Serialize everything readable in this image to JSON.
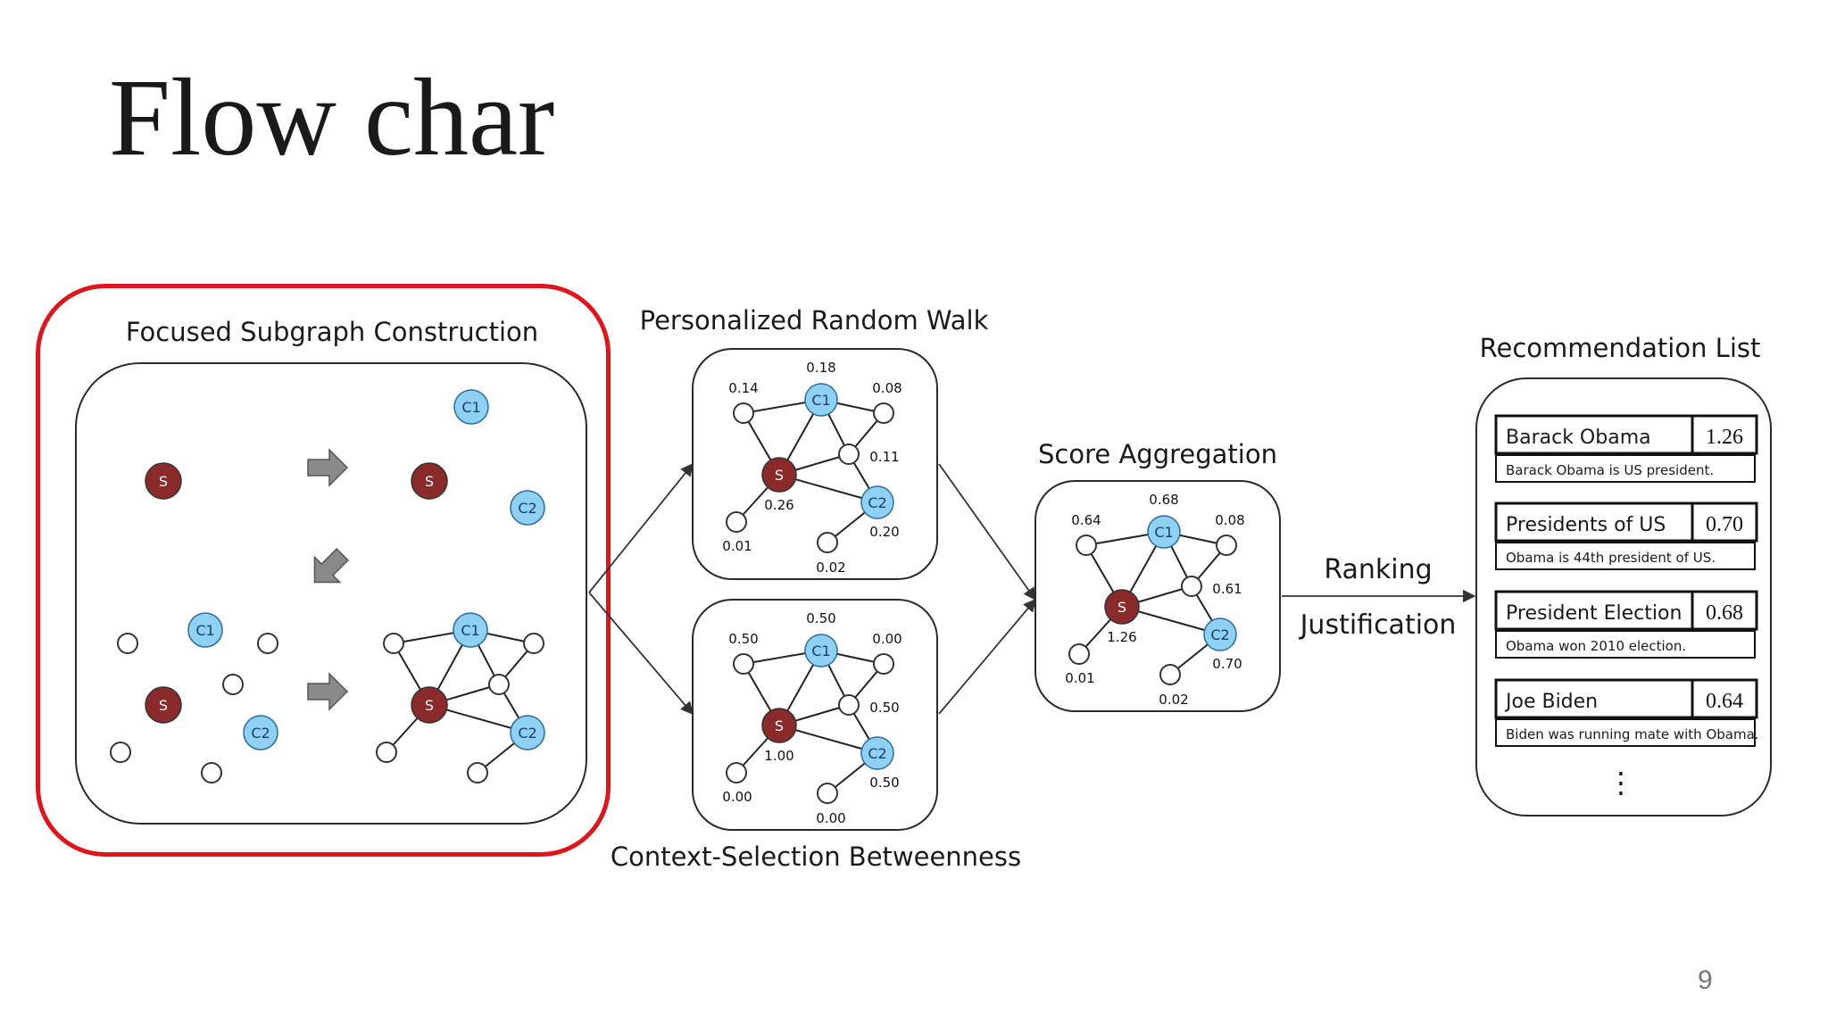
{
  "slide": {
    "title": "Flow char",
    "page_number": "9"
  },
  "colors": {
    "s_node": "#8b2a2a",
    "c_node": "#8fd1f2",
    "highlight": "#e0141b"
  },
  "nodes": {
    "s": "S",
    "c1": "C1",
    "c2": "C2"
  },
  "stages": {
    "subgraph": {
      "title": "Focused Subgraph Construction"
    },
    "random_walk": {
      "title": "Personalized Random Walk",
      "scores": {
        "c1": "0.18",
        "tl": "0.14",
        "tr": "0.08",
        "mid": "0.11",
        "s": "0.26",
        "c2": "0.20",
        "bl": "0.01",
        "bm": "0.02"
      }
    },
    "betweenness": {
      "title": "Context-Selection Betweenness",
      "scores": {
        "c1": "0.50",
        "tl": "0.50",
        "tr": "0.00",
        "mid": "0.50",
        "s": "1.00",
        "c2": "0.50",
        "bl": "0.00",
        "bm": "0.00"
      }
    },
    "aggregation": {
      "title": "Score Aggregation",
      "scores": {
        "c1": "0.68",
        "tl": "0.64",
        "tr": "0.08",
        "mid": "0.61",
        "s": "1.26",
        "c2": "0.70",
        "bl": "0.01",
        "bm": "0.02"
      }
    },
    "ranking": {
      "label1": "Ranking",
      "label2": "Justification"
    },
    "recommendation": {
      "title": "Recommendation List",
      "items": [
        {
          "name": "Barack Obama",
          "score": "1.26",
          "justification": "Barack Obama is US president."
        },
        {
          "name": "Presidents of US",
          "score": "0.70",
          "justification": "Obama is 44th president of US."
        },
        {
          "name": "President Election",
          "score": "0.68",
          "justification": "Obama won 2010 election."
        },
        {
          "name": "Joe Biden",
          "score": "0.64",
          "justification": "Biden was running mate with Obama."
        }
      ],
      "ellipsis": "⋮"
    }
  }
}
